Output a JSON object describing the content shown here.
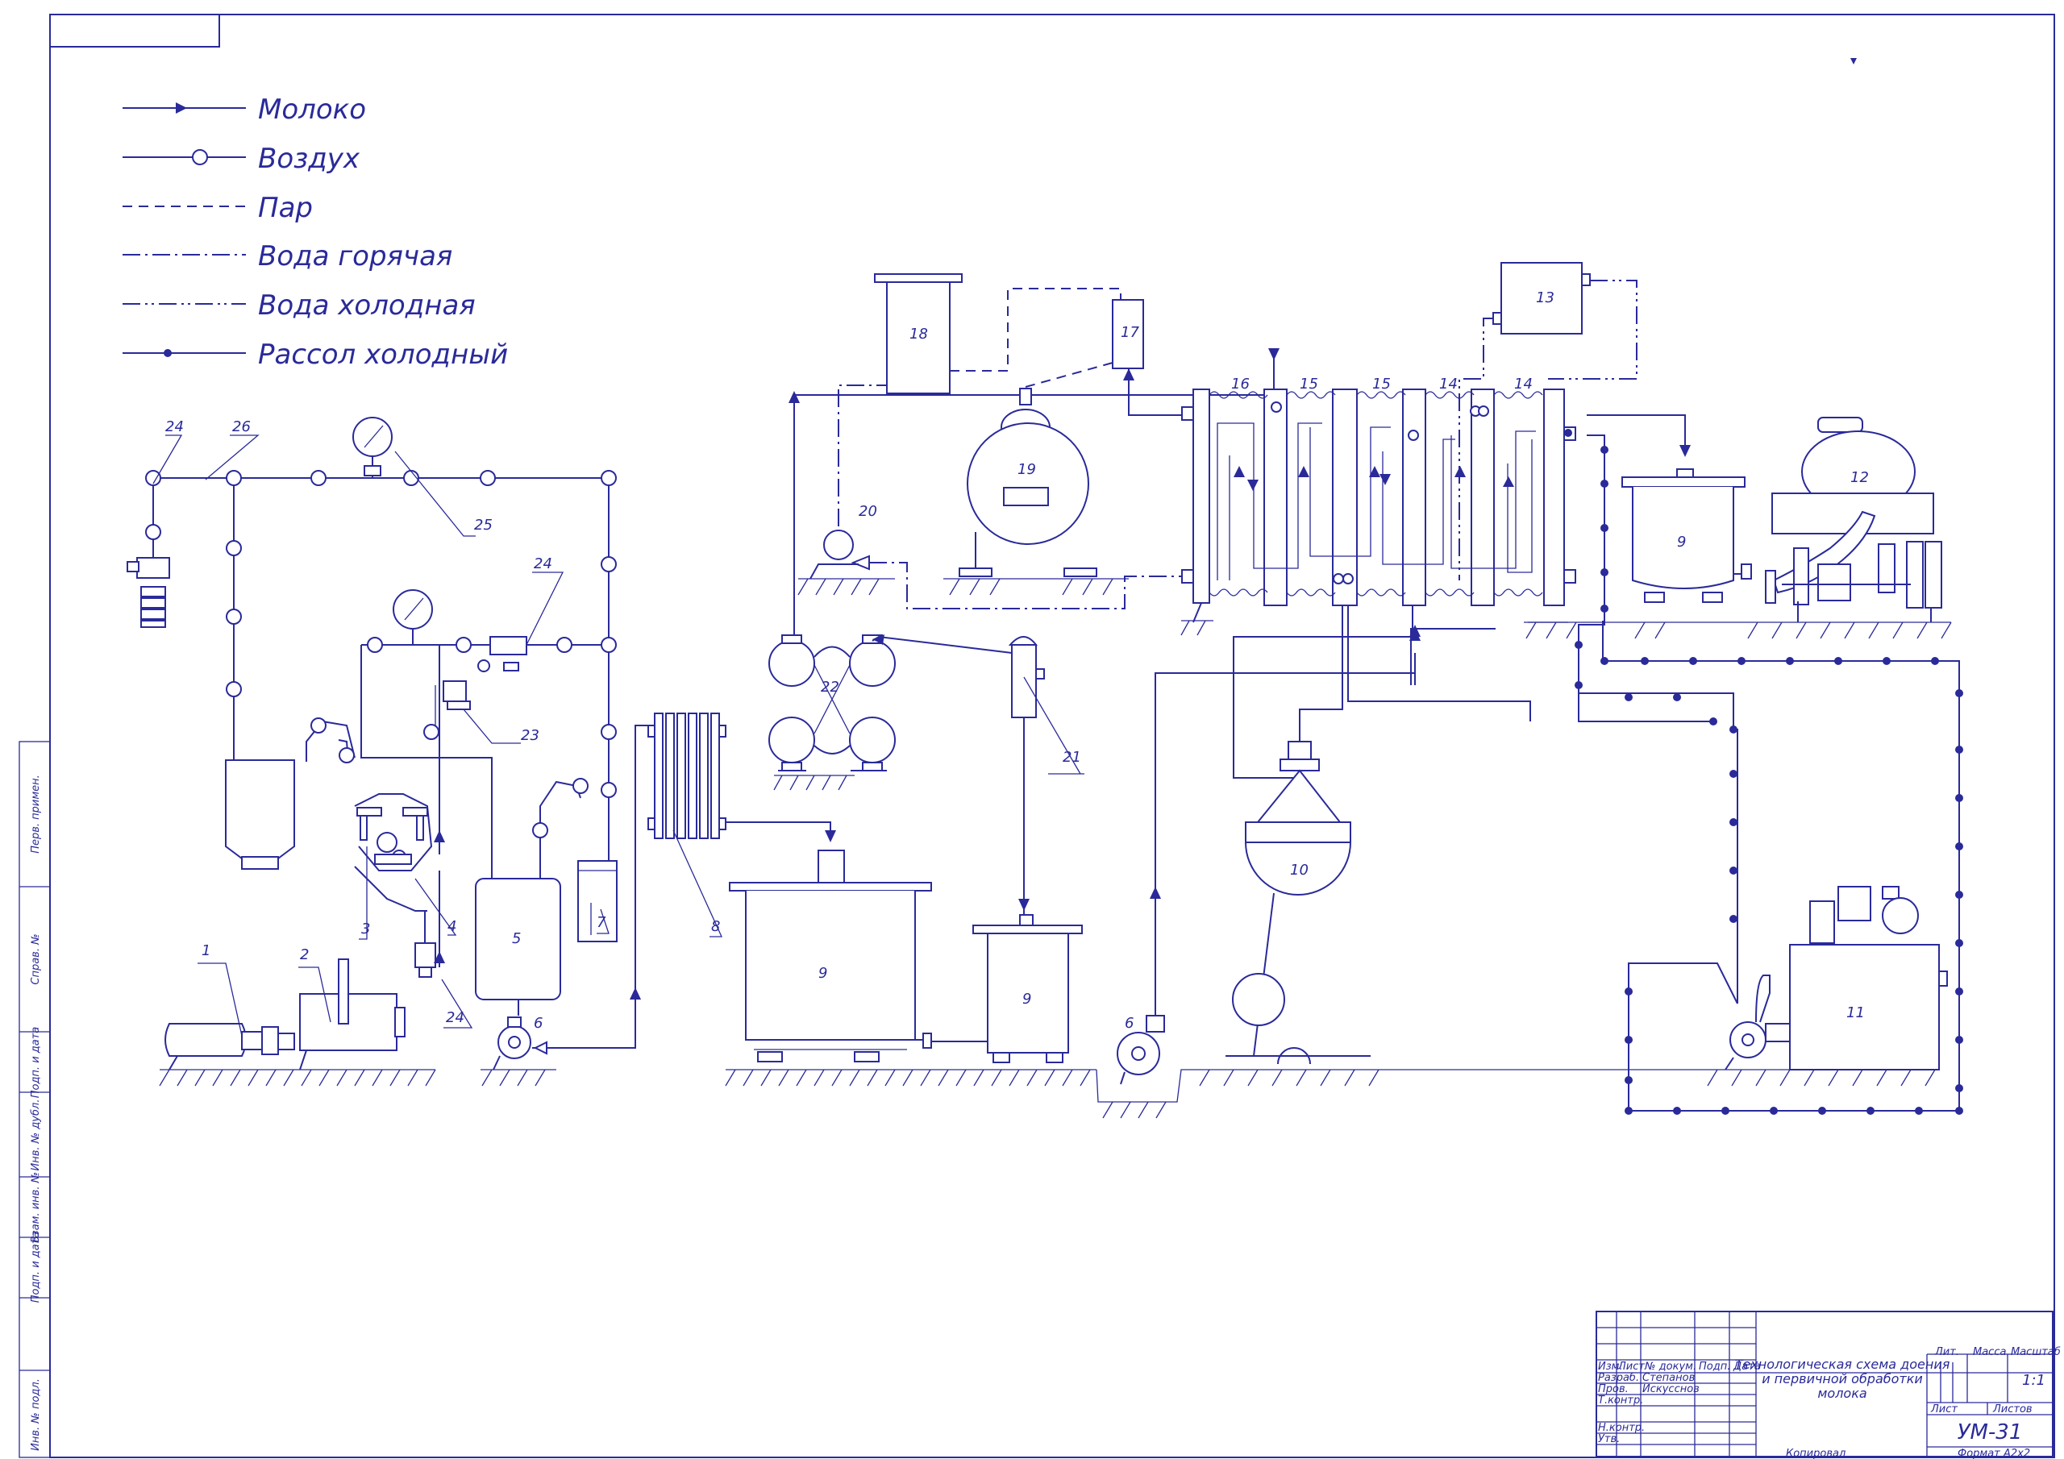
{
  "legend": [
    {
      "label": "Молоко",
      "style": "arrow"
    },
    {
      "label": "Воздух",
      "style": "circle"
    },
    {
      "label": "Пар",
      "style": "dash"
    },
    {
      "label": "Вода горячая",
      "style": "dash-dot"
    },
    {
      "label": "Вода холодная",
      "style": "dash-dot-dot"
    },
    {
      "label": "Рассол холодный",
      "style": "dot"
    }
  ],
  "side_stamp": [
    "Перв. примен.",
    "Справ. №",
    "Подп. и дата",
    "Инв. № дубл.",
    "Взам. инв. №",
    "Подп. и дата",
    "Инв. № подл."
  ],
  "labels": {
    "n1": "1",
    "n2": "2",
    "n3": "3",
    "n4": "4",
    "n5": "5",
    "n6a": "6",
    "n6b": "6",
    "n7": "7",
    "n8": "8",
    "n9a": "9",
    "n9b": "9",
    "n9c": "9",
    "n10": "10",
    "n11": "11",
    "n12": "12",
    "n13": "13",
    "n14a": "14",
    "n14b": "14",
    "n15a": "15",
    "n15b": "15",
    "n16": "16",
    "n17": "17",
    "n18": "18",
    "n19": "19",
    "n20": "20",
    "n21": "21",
    "n22": "22",
    "n23": "23",
    "n24a": "24",
    "n24b": "24",
    "n24c": "24",
    "n25": "25",
    "n26": "26"
  },
  "title_block": {
    "title_lines": [
      "Технологическая схема доения",
      "и первичной обработки",
      "молока"
    ],
    "rows": [
      {
        "role": "Изм.",
        "name": "Лист",
        "doc": "№ докум.",
        "sign": "Подп.",
        "date": "Дата"
      },
      {
        "role": "Разраб.",
        "name": "Степанов"
      },
      {
        "role": "Пров.",
        "name": "Искусснов"
      },
      {
        "role": "Т.контр.",
        "name": ""
      },
      {
        "role": "Н.контр.",
        "name": ""
      },
      {
        "role": "Утв.",
        "name": ""
      }
    ],
    "lit_label": "Лит.",
    "mass_label": "Масса",
    "scale_label": "Масштаб",
    "scale_value": "1:1",
    "sheet_label": "Лист",
    "sheets_label": "Листов",
    "designation": "УМ-31",
    "copied_label": "Копировал",
    "format_label": "Формат",
    "format_value": "А2х2"
  }
}
